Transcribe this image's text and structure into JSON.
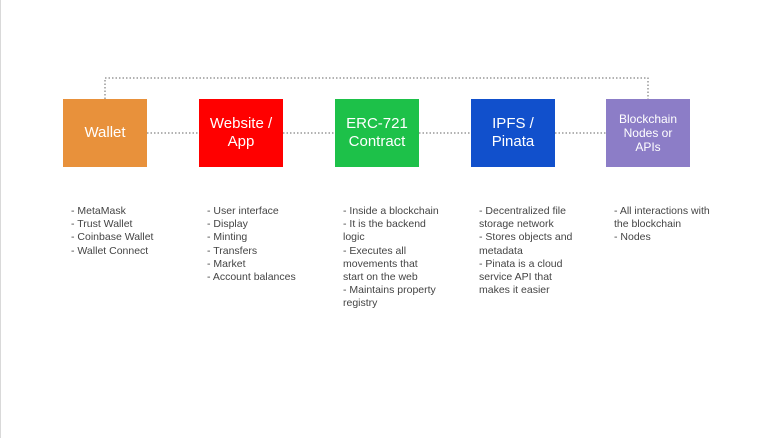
{
  "colors": {
    "wallet": "#E8913B",
    "website": "#FF0000",
    "contract": "#1DC149",
    "ipfs": "#1150CC",
    "blockchain": "#8C7DC7",
    "connector": "#666666",
    "note_text": "#444444"
  },
  "boxes": [
    {
      "key": "wallet",
      "label": "Wallet"
    },
    {
      "key": "website",
      "label": "Website /\nApp"
    },
    {
      "key": "contract",
      "label": "ERC-721\nContract"
    },
    {
      "key": "ipfs",
      "label": "IPFS /\nPinata"
    },
    {
      "key": "blockchain",
      "label": "Blockchain\nNodes or\nAPIs"
    }
  ],
  "notes": {
    "wallet": [
      "- MetaMask",
      "- Trust Wallet",
      "- Coinbase Wallet",
      "- Wallet Connect"
    ],
    "website": [
      "- User interface",
      "- Display",
      "- Minting",
      "- Transfers",
      "- Market",
      "- Account balances"
    ],
    "contract": [
      "- Inside a blockchain",
      "- It is the backend logic",
      "- Executes all movements that start on the web",
      "- Maintains property registry"
    ],
    "ipfs": [
      "- Decentralized file storage network",
      "- Stores objects and metadata",
      "- Pinata is a cloud service API that makes it easier"
    ],
    "blockchain": [
      "- All interactions with the blockchain",
      "- Nodes"
    ]
  }
}
